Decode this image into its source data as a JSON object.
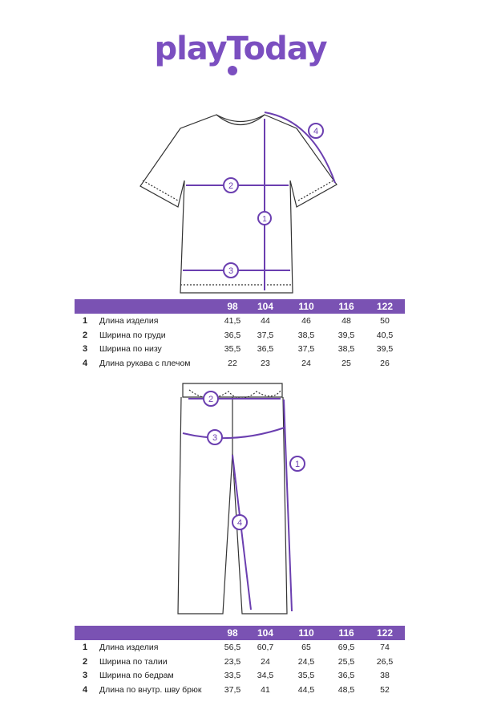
{
  "brand": {
    "logo_text": "playToday",
    "accent_color": "#7b4fc0"
  },
  "markers": [
    "1",
    "2",
    "3",
    "4"
  ],
  "tshirt_table": {
    "sizes": [
      "98",
      "104",
      "110",
      "116",
      "122"
    ],
    "rows": [
      {
        "num": "1",
        "label": "Длина изделия",
        "values": [
          "41,5",
          "44",
          "46",
          "48",
          "50"
        ]
      },
      {
        "num": "2",
        "label": "Ширина по груди",
        "values": [
          "36,5",
          "37,5",
          "38,5",
          "39,5",
          "40,5"
        ]
      },
      {
        "num": "3",
        "label": "Ширина по низу",
        "values": [
          "35,5",
          "36,5",
          "37,5",
          "38,5",
          "39,5"
        ]
      },
      {
        "num": "4",
        "label": "Длина рукава с плечом",
        "values": [
          "22",
          "23",
          "24",
          "25",
          "26"
        ]
      }
    ]
  },
  "pants_table": {
    "sizes": [
      "98",
      "104",
      "110",
      "116",
      "122"
    ],
    "rows": [
      {
        "num": "1",
        "label": "Длина изделия",
        "values": [
          "56,5",
          "60,7",
          "65",
          "69,5",
          "74"
        ]
      },
      {
        "num": "2",
        "label": "Ширина по талии",
        "values": [
          "23,5",
          "24",
          "24,5",
          "25,5",
          "26,5"
        ]
      },
      {
        "num": "3",
        "label": "Ширина по бедрам",
        "values": [
          "33,5",
          "34,5",
          "35,5",
          "36,5",
          "38"
        ]
      },
      {
        "num": "4",
        "label": "Длина по внутр. шву брюк",
        "values": [
          "37,5",
          "41",
          "44,5",
          "48,5",
          "52"
        ]
      }
    ]
  }
}
